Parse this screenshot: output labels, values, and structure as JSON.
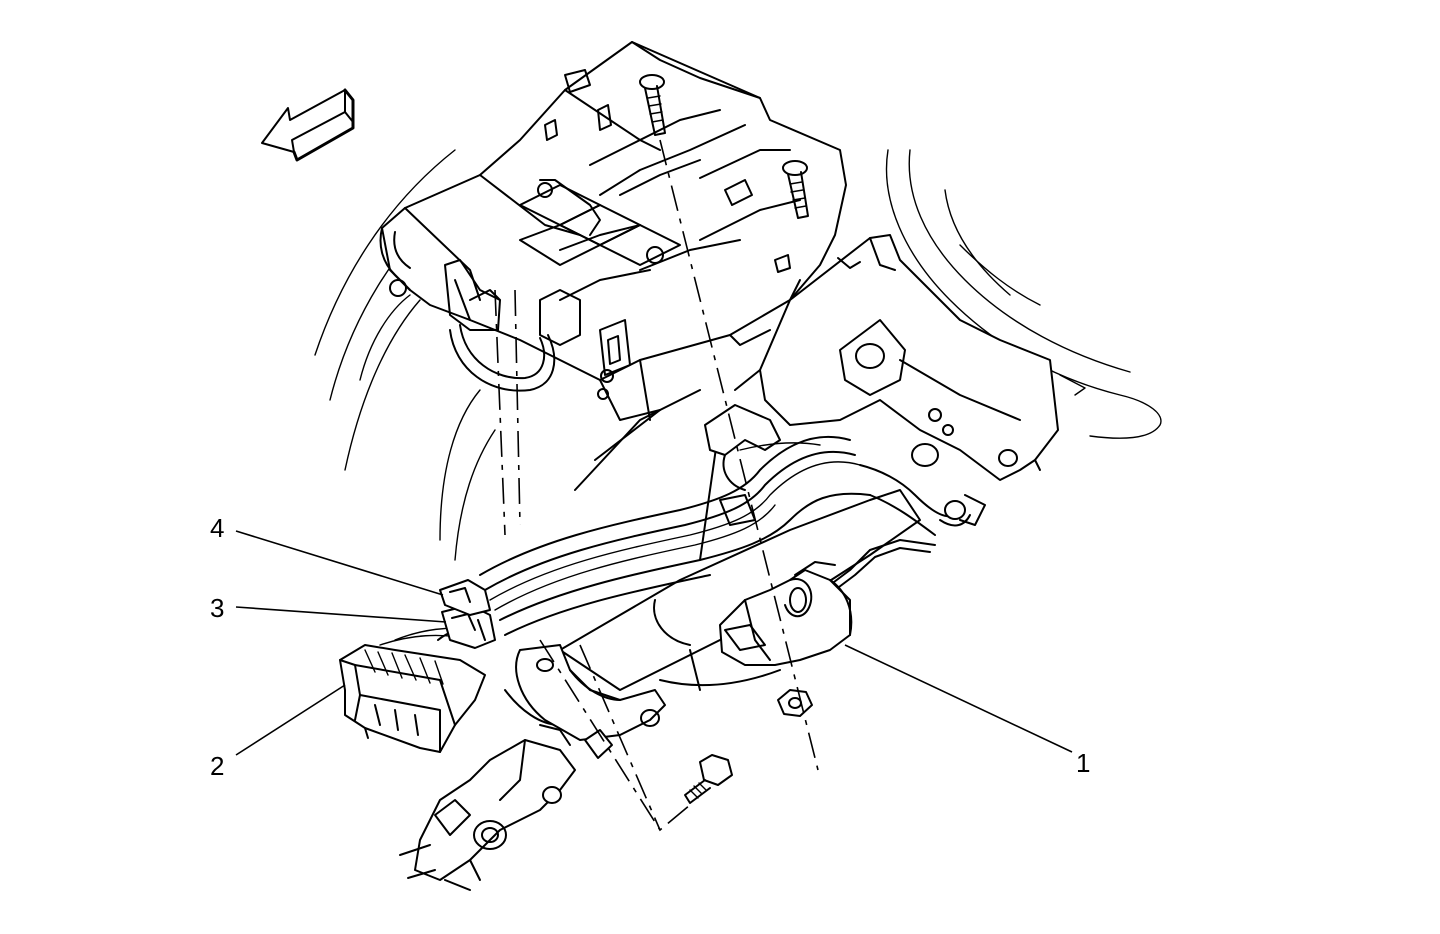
{
  "diagram": {
    "callouts": [
      {
        "id": "1",
        "label": "1"
      },
      {
        "id": "2",
        "label": "2"
      },
      {
        "id": "3",
        "label": "3"
      },
      {
        "id": "4",
        "label": "4"
      }
    ],
    "icons": [
      "direction-arrow-icon"
    ],
    "colors": {
      "line": "#000000",
      "background": "#ffffff"
    }
  }
}
